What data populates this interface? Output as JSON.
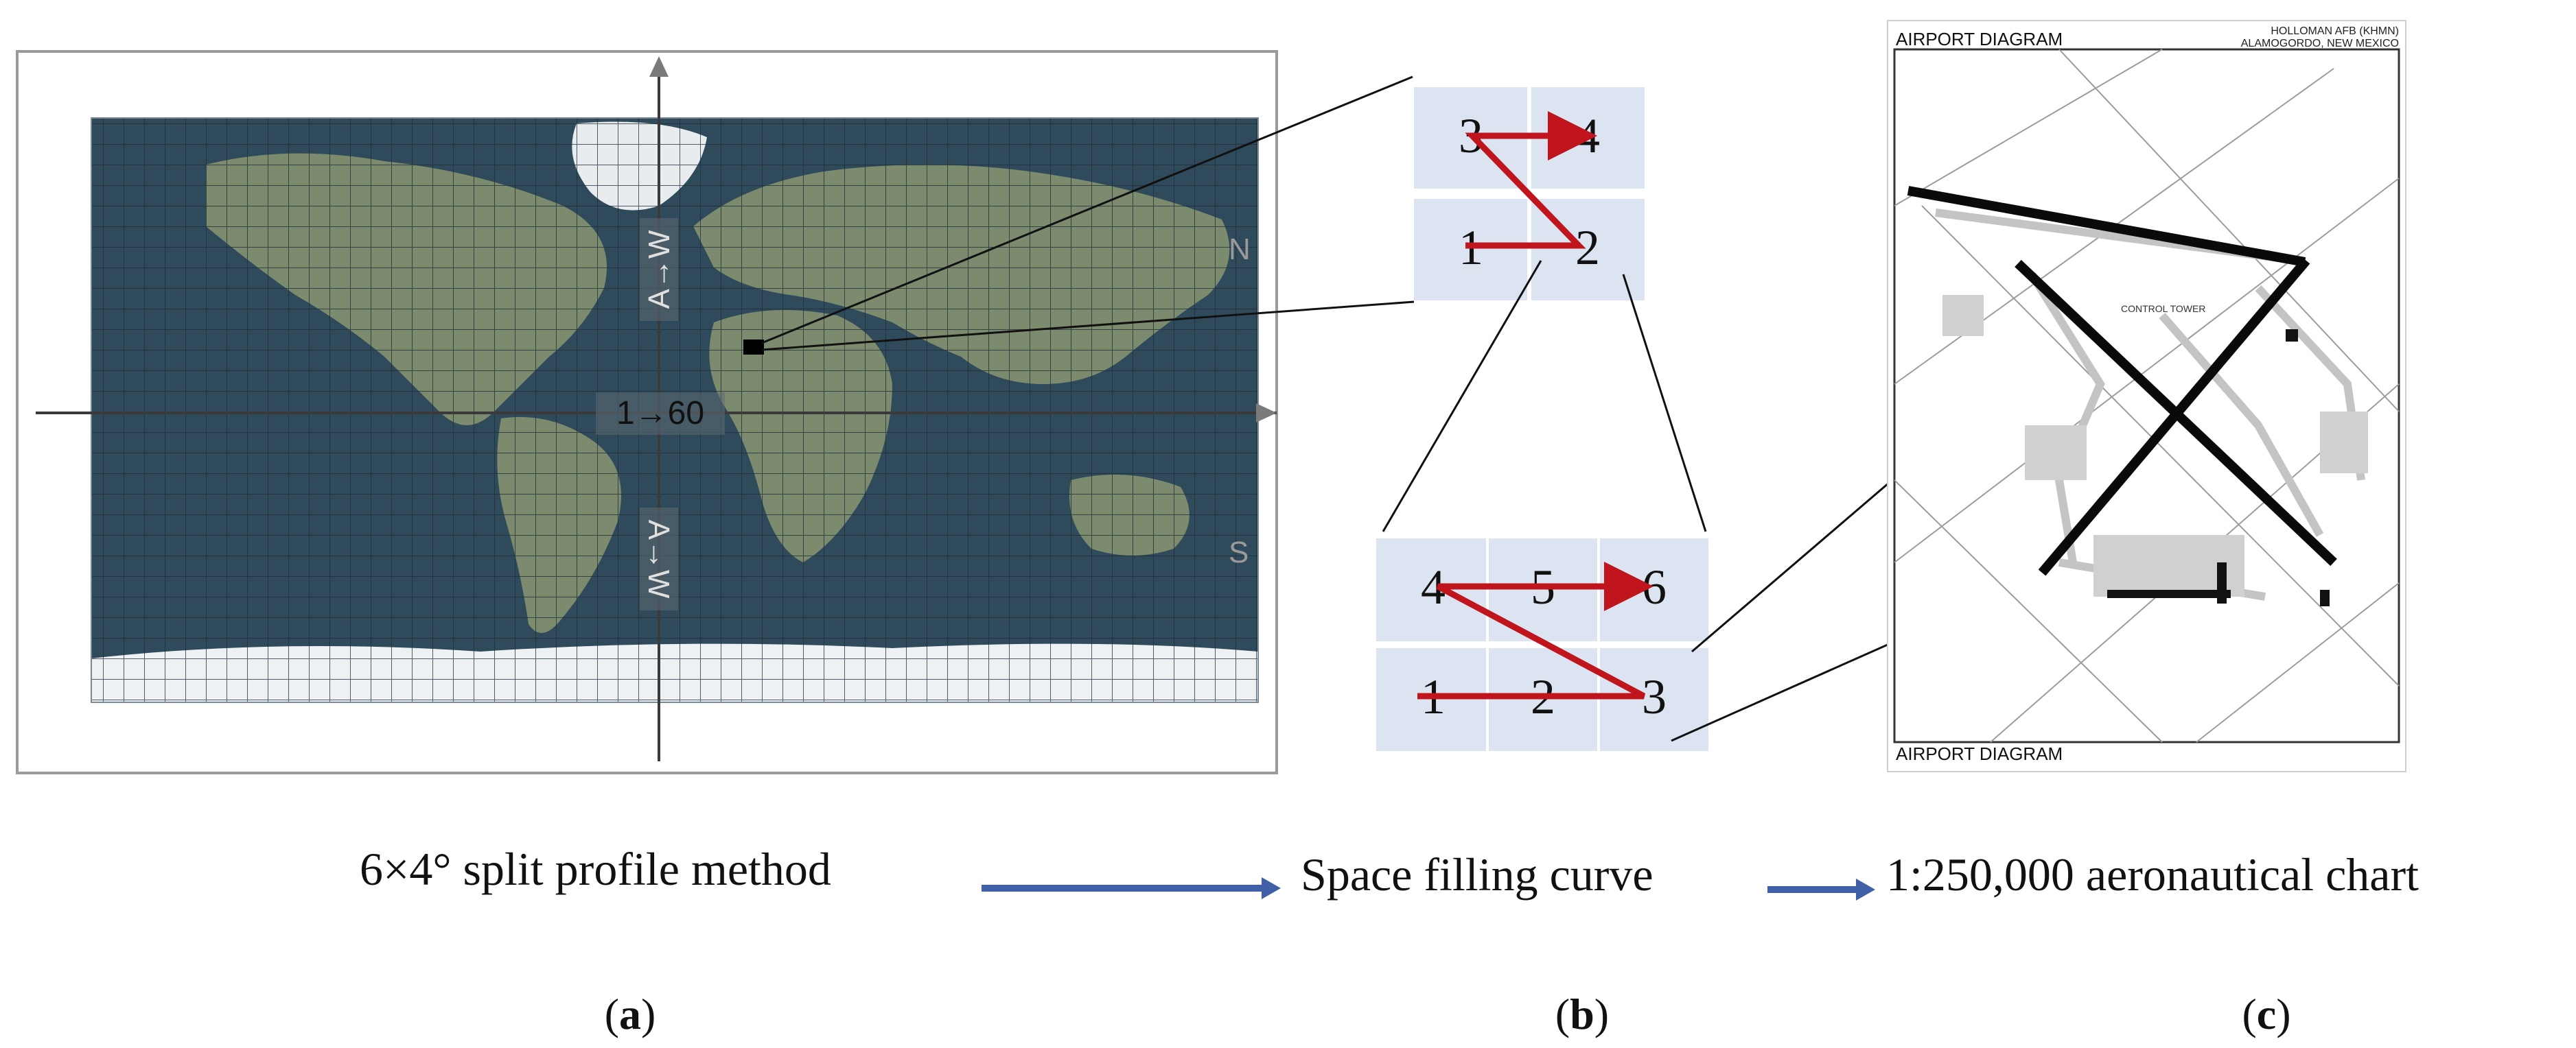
{
  "panel_a": {
    "axis_horizontal_label": "1→60",
    "axis_vertical_upper_label": "A→W",
    "axis_vertical_lower_label": "A→W",
    "hemisphere_north": "N",
    "hemisphere_south": "S"
  },
  "panel_b": {
    "top_grid_cells": [
      "3",
      "4",
      "1",
      "2"
    ],
    "bottom_grid_cells": [
      "4",
      "5",
      "6",
      "1",
      "2",
      "3"
    ]
  },
  "panel_c": {
    "title_top": "AIRPORT DIAGRAM",
    "title_bottom": "AIRPORT DIAGRAM",
    "airport_name": "HOLLOMAN AFB (KHMN)",
    "location": "ALAMOGORDO, NEW MEXICO",
    "control_tower_label": "CONTROL TOWER"
  },
  "flow": {
    "step_a": "6×4° split profile method",
    "step_b": "Space filling curve",
    "step_c": "1:250,000 aeronautical chart",
    "arrow_color": "#3f5fa6"
  },
  "subfig_labels": {
    "a": "a",
    "b": "b",
    "c": "c"
  },
  "colors": {
    "ocean": "#2f4a5a",
    "land": "#7c8a6e",
    "grid_cell": "#dce4f1",
    "curve": "#c0151c"
  }
}
